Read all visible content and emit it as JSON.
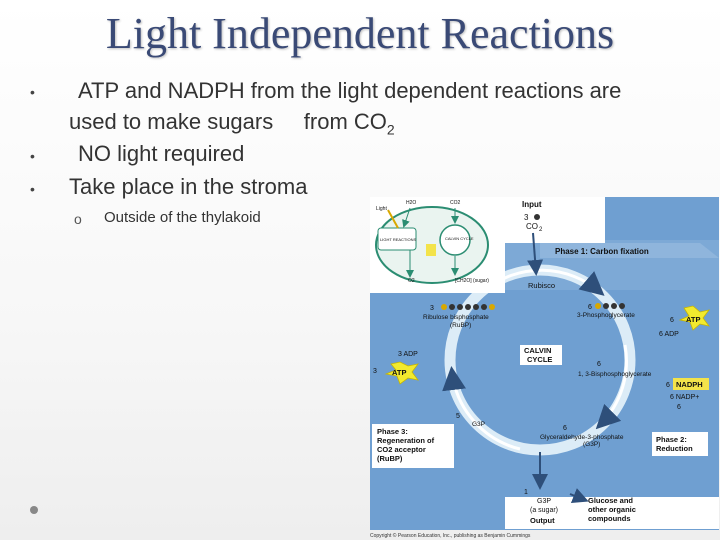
{
  "slide": {
    "title": "Light Independent Reactions",
    "bullets": [
      {
        "line1": "ATP and NADPH from the light dependent reactions are",
        "line2": "used to make sugars     from CO",
        "sub": "2"
      },
      {
        "line1": "NO light required"
      },
      {
        "line1": "Take place in the stroma"
      }
    ],
    "subbullet": {
      "marker": "o",
      "text": "Outside of the thylakoid"
    }
  },
  "figure": {
    "input_label": "Input",
    "input_count": "3",
    "input_molecule": "CO",
    "input_sub": "2",
    "phase1": "Phase 1: Carbon fixation",
    "rubisco": "Rubisco",
    "rubp_count": "3",
    "rubp_name": "Ribulose bisphosphate",
    "rubp_abbr": "(RuBP)",
    "pga_count": "6",
    "pga_name": "3-Phosphoglycerate",
    "atp_in_count": "6",
    "atp": "ATP",
    "adp_out": "6 ADP",
    "calvin1": "CALVIN",
    "calvin2": "CYCLE",
    "adp_left": "3 ADP",
    "atp_left_count": "3",
    "bpg_count": "6",
    "bpg_name": "1, 3-Bisphosphoglycerate",
    "nadph_count": "6",
    "nadph": "NADPH",
    "nadp_out": "6 NADP+",
    "pi_out": "6",
    "g3p_left_count": "5",
    "g3p_left": "G3P",
    "g3p_main_count": "6",
    "g3p_name": "Glyceraldehyde-3-phosphate",
    "g3p_abbr": "(G3P)",
    "phase3_line1": "Phase 3:",
    "phase3_line2": "Regeneration of",
    "phase3_line3": "CO2 acceptor",
    "phase3_line4": "(RuBP)",
    "phase2_line1": "Phase 2:",
    "phase2_line2": "Reduction",
    "out_count": "1",
    "out_g3p": "G3P",
    "out_sugar": "(a sugar)",
    "output_label": "Output",
    "glucose1": "Glucose and",
    "glucose2": "other organic",
    "glucose3": "compounds",
    "copyright": "Copyright © Pearson Education, Inc., publishing as Benjamin Cummings",
    "inset_light": "Light",
    "inset_h2o": "H2O",
    "inset_co2": "CO2",
    "inset_light_reactions": "LIGHT REACTIONS",
    "inset_calvin": "CALVIN CYCLE",
    "inset_o2": "O2",
    "inset_sugar": "[CH2O] (sugar)"
  }
}
